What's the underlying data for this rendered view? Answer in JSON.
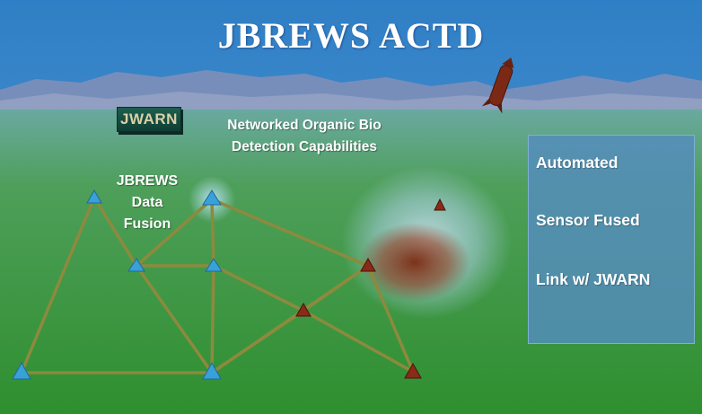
{
  "title": "JBREWS ACTD",
  "network_label": {
    "line1": "Networked Organic Bio",
    "line2": "Detection Capabilities"
  },
  "fusion_label": {
    "line1": "JBREWS",
    "line2": "Data",
    "line3": "Fusion"
  },
  "jwarn_box": "JWARN",
  "features": [
    "Automated",
    "Sensor Fused",
    "Link w/ JWARN"
  ],
  "colors": {
    "sky": "#3f86c8",
    "ground": "#3f9a3a",
    "panel": "#548cbe",
    "link": "#8a8a3a",
    "sensor": "#3aa0d8",
    "threat": "#8b2a18"
  },
  "icons": {
    "sensor_node": "blue-triangle-sensor-icon",
    "threat_node": "red-triangle-threat-icon",
    "missile": "missile-icon",
    "cloud": "bio-cloud-icon"
  }
}
